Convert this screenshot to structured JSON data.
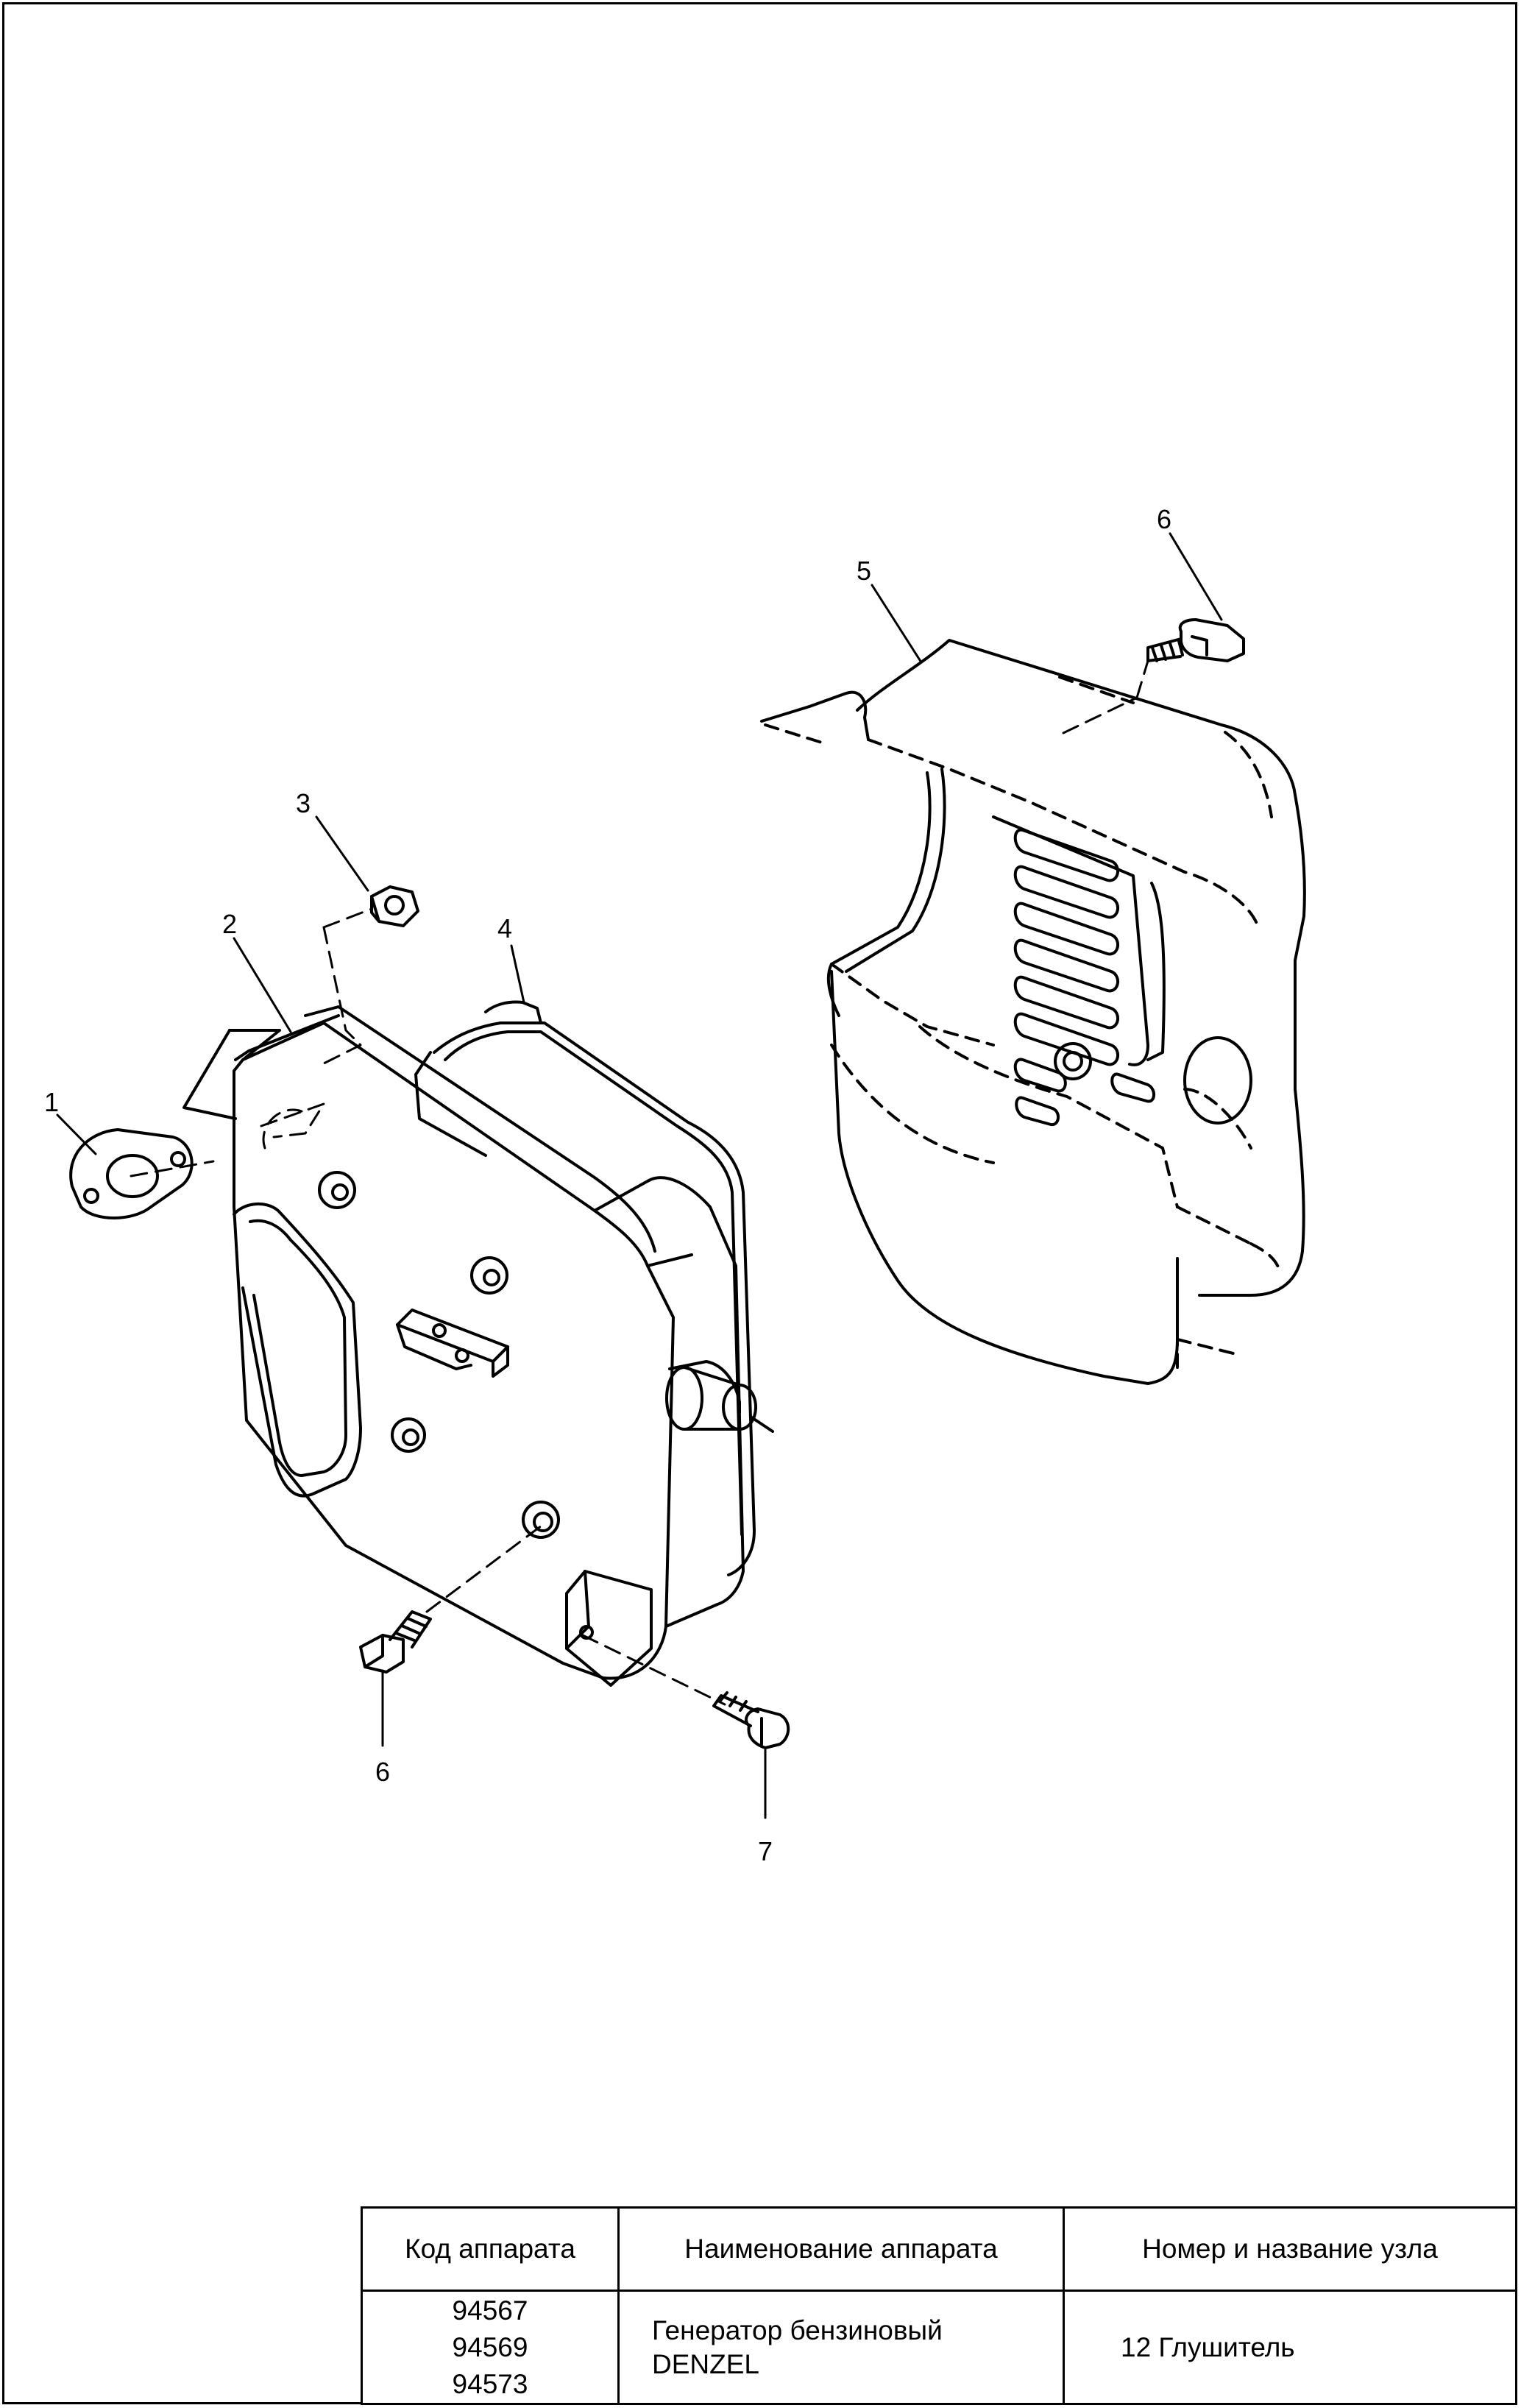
{
  "callouts": [
    "1",
    "2",
    "3",
    "4",
    "5",
    "6",
    "6",
    "7"
  ],
  "table": {
    "headers": [
      "Код аппарата",
      "Наименование аппарата",
      "Номер и название узла"
    ],
    "codes": [
      "94567",
      "94569",
      "94573"
    ],
    "device_name_line1": "Генератор бензиновый",
    "device_name_line2": "DENZEL",
    "node_name": "12 Глушитель"
  }
}
